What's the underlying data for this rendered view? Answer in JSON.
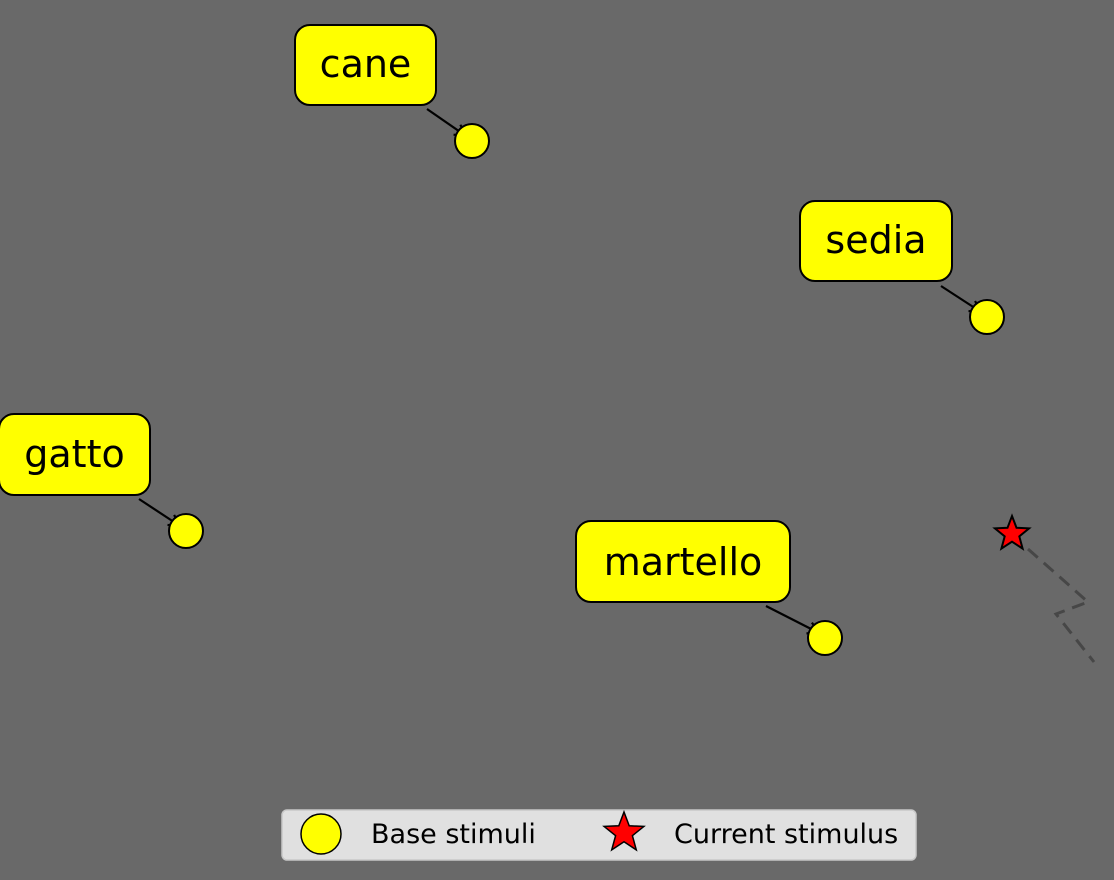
{
  "background_color": "#696969",
  "stimuli": [
    {
      "word": "cane"
    },
    {
      "word": "sedia"
    },
    {
      "word": "gatto"
    },
    {
      "word": "martello"
    }
  ],
  "legend": {
    "base_label": "Base stimuli",
    "current_label": "Current stimulus"
  },
  "colors": {
    "stimulus_fill": "#ffff00",
    "current_fill": "#ff0000",
    "outline": "#000000",
    "trail": "#444444",
    "legend_bg": "#e0e0e0"
  },
  "icons": {
    "base": "yellow-circle",
    "current": "red-star"
  }
}
